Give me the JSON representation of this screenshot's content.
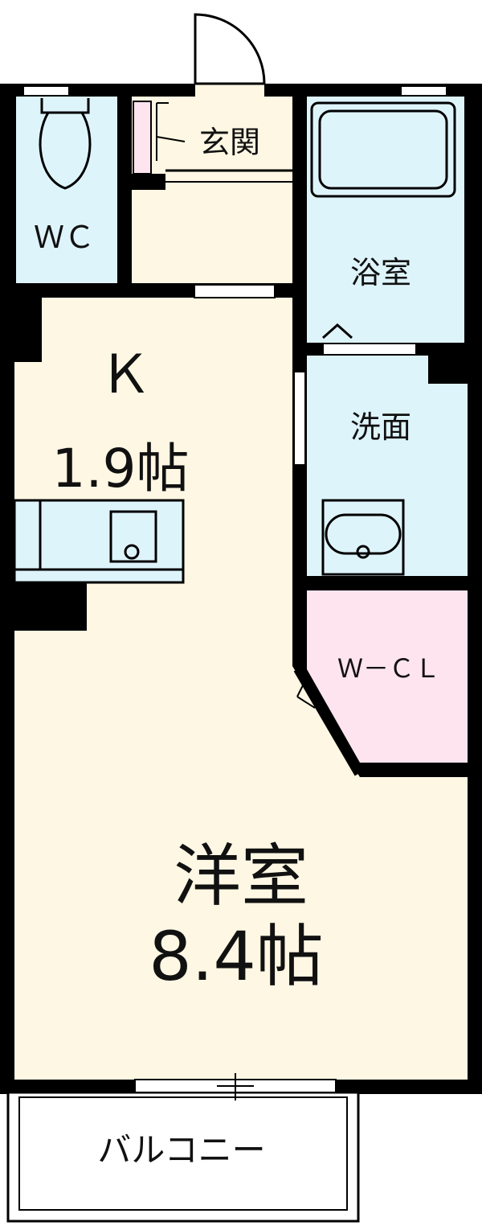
{
  "rooms": {
    "entrance": "玄関",
    "wc": "ＷＣ",
    "bath": "浴室",
    "washroom": "洗面",
    "kitchen_name": "Ｋ",
    "kitchen_size": "1.9帖",
    "closet": "Ｗ－ＣＬ",
    "western_room_name": "洋室",
    "western_room_size": "8.4帖",
    "balcony": "バルコニー"
  },
  "colors": {
    "wall": "#000000",
    "living_floor": "#fdf7e3",
    "wet_area": "#def4fb",
    "closet": "#fde4ee",
    "balcony": "#ffffff",
    "fixture_line": "#333333"
  }
}
